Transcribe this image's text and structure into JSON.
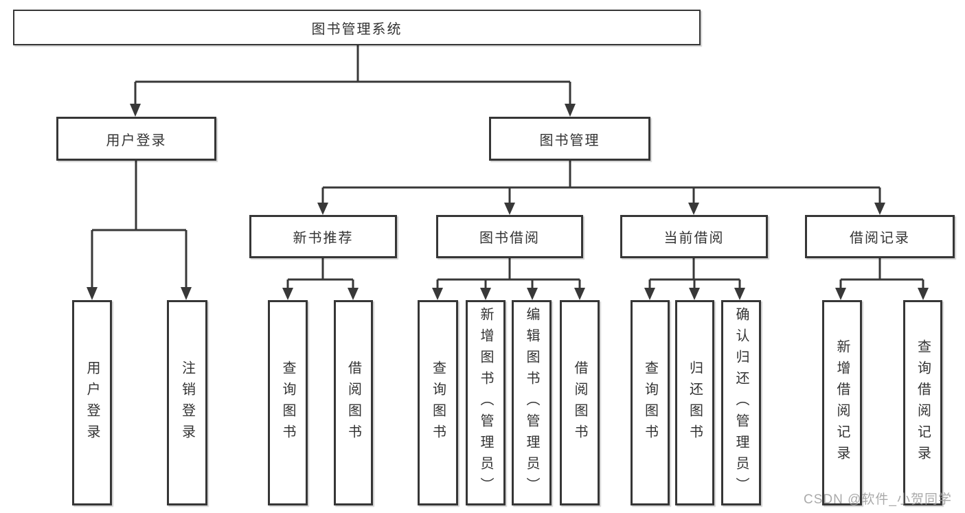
{
  "tree": {
    "label": "图书管理系统",
    "children": [
      {
        "label": "用户登录",
        "children": [
          {
            "label": "用户登录"
          },
          {
            "label": "注销登录"
          }
        ]
      },
      {
        "label": "图书管理",
        "children": [
          {
            "label": "新书推荐",
            "children": [
              {
                "label": "查询图书"
              },
              {
                "label": "借阅图书"
              }
            ]
          },
          {
            "label": "图书借阅",
            "children": [
              {
                "label": "查询图书"
              },
              {
                "label": "新增图书（管理员）"
              },
              {
                "label": "编辑图书（管理员）"
              },
              {
                "label": "借阅图书"
              }
            ]
          },
          {
            "label": "当前借阅",
            "children": [
              {
                "label": "查询图书"
              },
              {
                "label": "归还图书"
              },
              {
                "label": "确认归还（管理员）"
              }
            ]
          },
          {
            "label": "借阅记录",
            "children": [
              {
                "label": "新增借阅记录"
              },
              {
                "label": "查询借阅记录"
              }
            ]
          }
        ]
      }
    ]
  },
  "watermark": "CSDN @软件_小贺同学",
  "colors": {
    "line": "#383838",
    "border": "#363636",
    "text": "#333333",
    "watermark": "#9e9e9e",
    "background": "#ffffff"
  }
}
